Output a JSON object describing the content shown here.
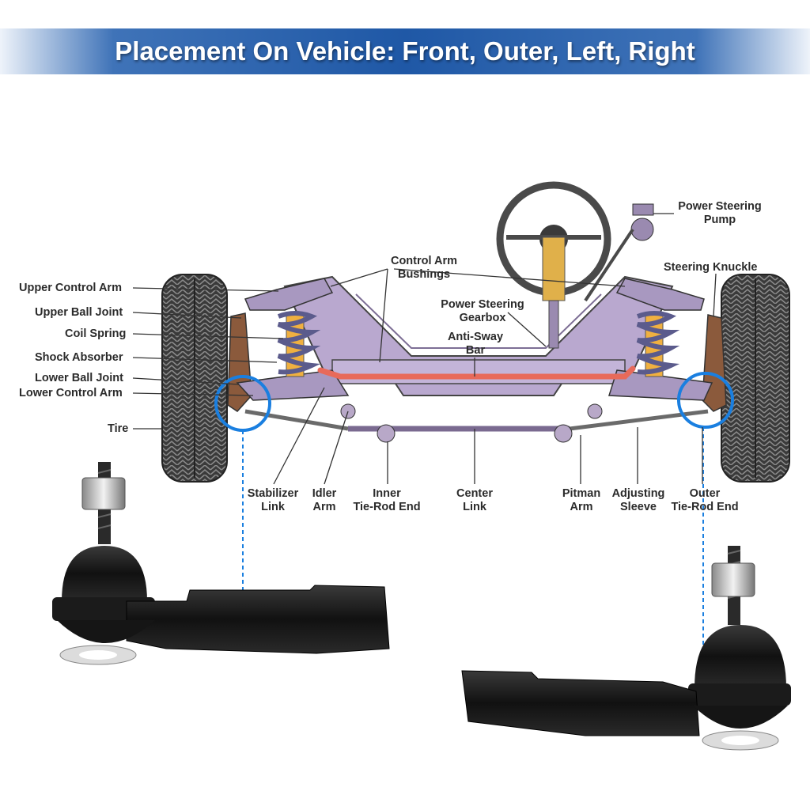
{
  "banner": {
    "title": "Placement On Vehicle: Front, Outer, Left, Right",
    "color": "#2a5ea8"
  },
  "labels": {
    "upper_control_arm": "Upper Control Arm",
    "upper_ball_joint": "Upper Ball Joint",
    "coil_spring": "Coil Spring",
    "shock_absorber": "Shock Absorber",
    "lower_ball_joint": "Lower Ball Joint",
    "lower_control_arm": "Lower Control Arm",
    "tire": "Tire",
    "control_arm_bushings_1": "Control Arm",
    "control_arm_bushings_2": "Bushings",
    "power_steering_gearbox_1": "Power Steering",
    "power_steering_gearbox_2": "Gearbox",
    "anti_sway_bar_1": "Anti-Sway",
    "anti_sway_bar_2": "Bar",
    "power_steering_pump_1": "Power Steering",
    "power_steering_pump_2": "Pump",
    "steering_knuckle": "Steering Knuckle",
    "stabilizer_link_1": "Stabilizer",
    "stabilizer_link_2": "Link",
    "idler_arm_1": "Idler",
    "idler_arm_2": "Arm",
    "inner_tie_rod_end_1": "Inner",
    "inner_tie_rod_end_2": "Tie-Rod End",
    "center_link_1": "Center",
    "center_link_2": "Link",
    "pitman_arm_1": "Pitman",
    "pitman_arm_2": "Arm",
    "adjusting_sleeve_1": "Adjusting",
    "adjusting_sleeve_2": "Sleeve",
    "outer_tie_rod_end_1": "Outer",
    "outer_tie_rod_end_2": "Tie-Rod End"
  },
  "colors": {
    "frame": "#b9a8cf",
    "anti_sway_bar": "#e86a5a",
    "highlight_circle": "#1a7fe0",
    "tire": "#3c3c3c",
    "part": "#151515"
  }
}
